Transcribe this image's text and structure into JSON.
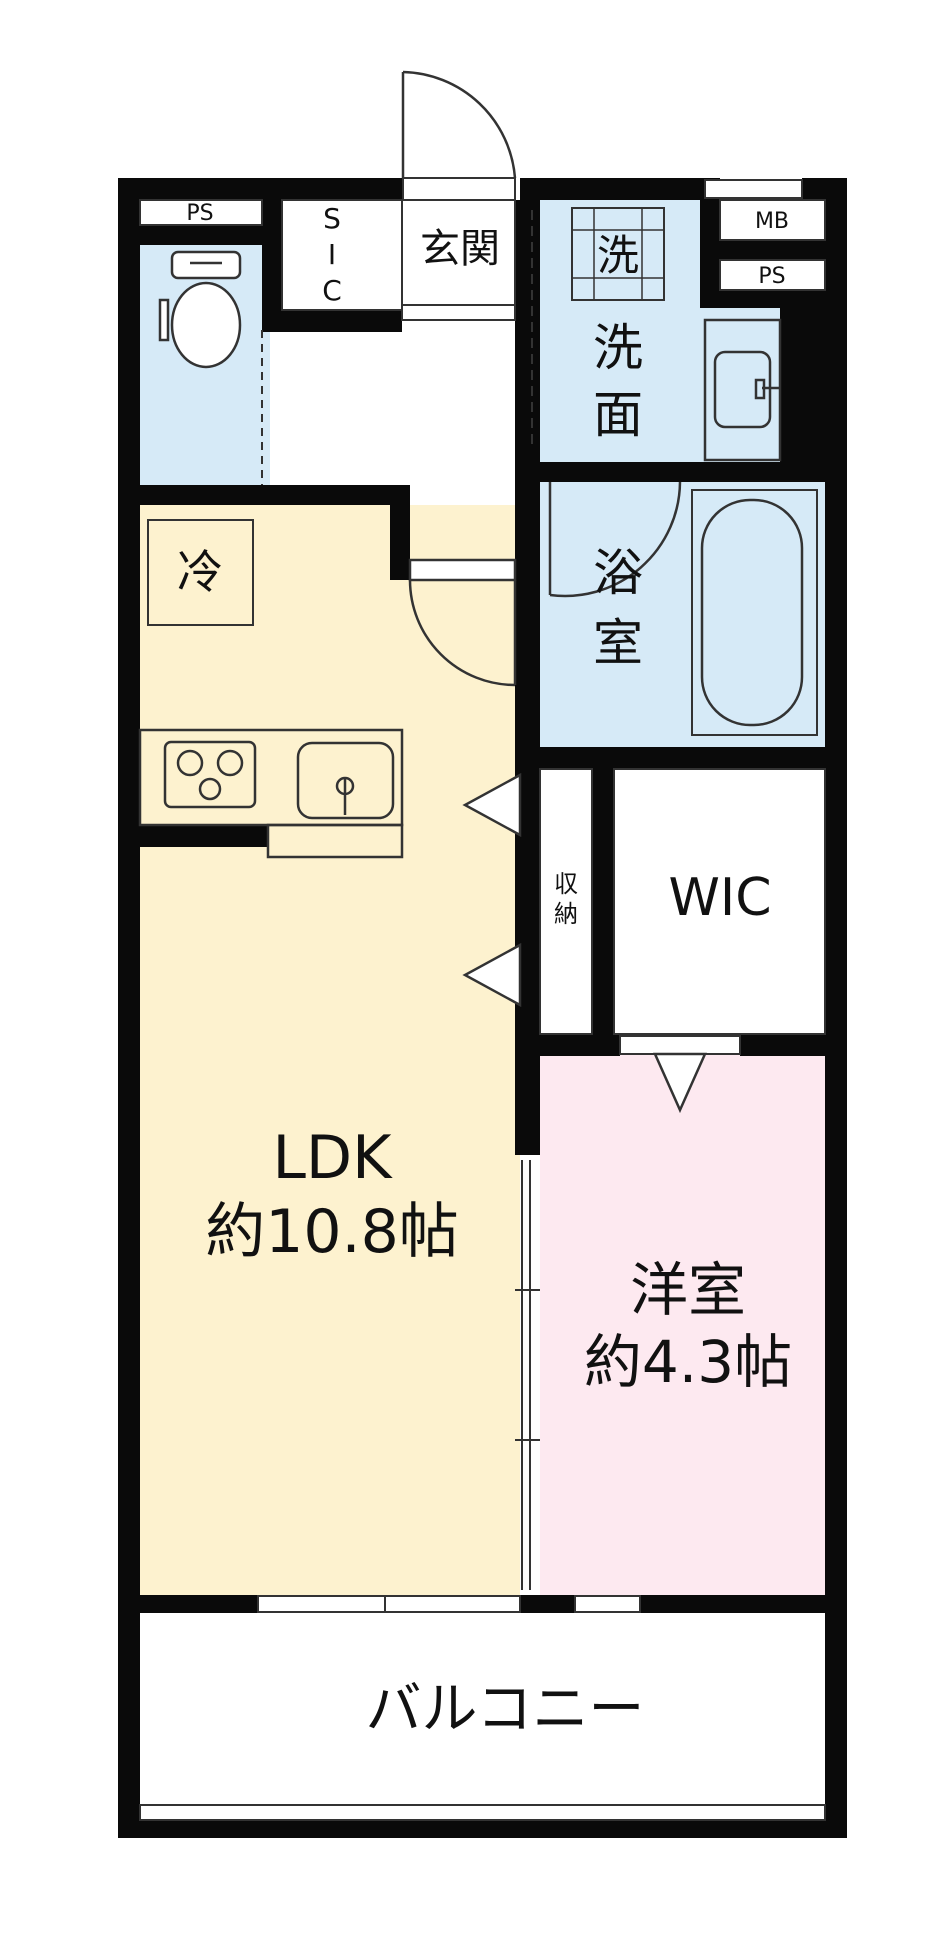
{
  "rooms": {
    "ldk_name": "LDK",
    "ldk_size": "約10.8帖",
    "western_name": "洋室",
    "western_size": "約4.3帖",
    "wic": "WIC",
    "storage_line1": "収",
    "storage_line2": "納",
    "bath_line1": "浴",
    "bath_line2": "室",
    "washroom_line1": "洗",
    "washroom_line2": "面",
    "washer_mark": "洗",
    "entrance": "玄関",
    "sic_s": "S",
    "sic_i": "I",
    "sic_c": "C",
    "ps_top_left": "PS",
    "ps_right": "PS",
    "mb": "MB",
    "fridge_mark": "冷",
    "balcony": "バルコニー"
  },
  "colors": {
    "wall": "#0a0a0a",
    "ldk_fill": "#fdf2cf",
    "wet_fill": "#d6eaf7",
    "western_fill": "#fde9f0",
    "plain_fill": "#ffffff",
    "line": "#333333"
  }
}
